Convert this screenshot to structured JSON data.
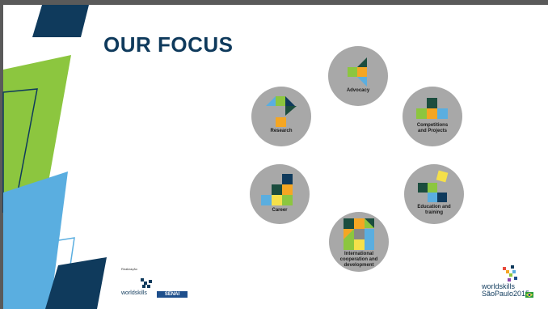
{
  "slide": {
    "title": "OUR FOCUS",
    "focus_areas": [
      {
        "label": "Advocacy"
      },
      {
        "label": "Competitions and Projects"
      },
      {
        "label": "Education and training"
      },
      {
        "label": "International cooperation and development"
      },
      {
        "label": "Career"
      },
      {
        "label": "Research"
      }
    ]
  },
  "footer": {
    "realization_label": "Realização",
    "worldskills_left": "worldskills",
    "senai": "SENAI",
    "worldskills_right_line1": "worldskills",
    "worldskills_right_line2": "SãoPaulo2015"
  },
  "colors": {
    "navy": "#0f3a5c",
    "green": "#8cc63f",
    "light_blue": "#5aaee0",
    "orange": "#f5a623",
    "dark_teal": "#1b4d3e",
    "circle_gray": "#a8a8a8"
  }
}
